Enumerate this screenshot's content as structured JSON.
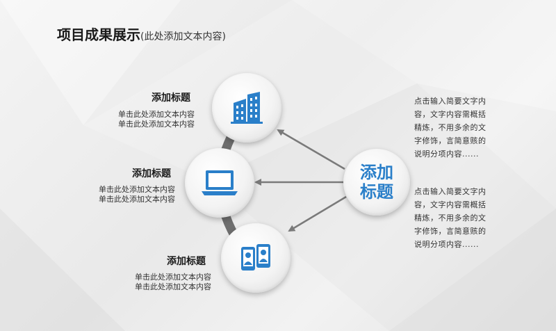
{
  "title": {
    "main": "项目成果展示",
    "sub": "(此处添加文本内容)"
  },
  "center": {
    "label_line1": "添加",
    "label_line2": "标题"
  },
  "items": [
    {
      "title": "添加标题",
      "desc1": "单击此处添加文本内容",
      "desc2": "单击此处添加文本内容",
      "icon": "building-icon"
    },
    {
      "title": "添加标题",
      "desc1": "单击此处添加文本内容",
      "desc2": "单击此处添加文本内容",
      "icon": "laptop-icon"
    },
    {
      "title": "添加标题",
      "desc1": "单击此处添加文本内容",
      "desc2": "单击此处添加文本内容",
      "icon": "contacts-icon"
    }
  ],
  "right_texts": [
    "点击输入简要文字内容，文字内容需概括精炼，不用多余的文字修饰，言简意赅的说明分项内容......",
    "点击输入简要文字内容，文字内容需概括精炼，不用多余的文字修饰，言简意赅的说明分项内容......"
  ],
  "colors": {
    "accent": "#2a7fc9",
    "arc": "#6e6e6e",
    "arrow": "#7a7a7a"
  }
}
